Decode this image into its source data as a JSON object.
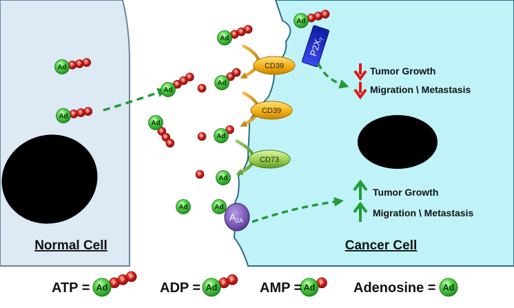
{
  "molecule": {
    "ad": "Ad",
    "p": "P"
  },
  "enzymes": {
    "cd39_upper": "CD39",
    "cd39_lower": "CD39",
    "cd73": "CD73"
  },
  "receptors": {
    "p2x7_base": "P2X",
    "p2x7_sub": "7",
    "a2a_base": "A",
    "a2a_sub": "2A"
  },
  "effects": {
    "down_tumor": "Tumor Growth",
    "down_migration": "Migration \\ Metastasis",
    "up_tumor": "Tumor Growth",
    "up_migration": "Migration \\ Metastasis"
  },
  "cells": {
    "normal": "Normal Cell",
    "cancer": "Cancer Cell"
  },
  "legend": {
    "atp": "ATP =",
    "adp": "ADP =",
    "amp": "AMP =",
    "adenosine": "Adenosine ="
  },
  "colors": {
    "normal_cell": "#dde9f3",
    "cancer_cell": "#bff3f7",
    "adenosine_green": "#3ec63e",
    "phosphate_red": "#d62020",
    "enzyme_cd39": "#f2b21a",
    "enzyme_cd73": "#9cd050",
    "p2x7_blue": "#1a28c8",
    "a2a_purple": "#7a55b8",
    "arrow_green": "#229a3a",
    "arrow_red": "#e01818"
  }
}
